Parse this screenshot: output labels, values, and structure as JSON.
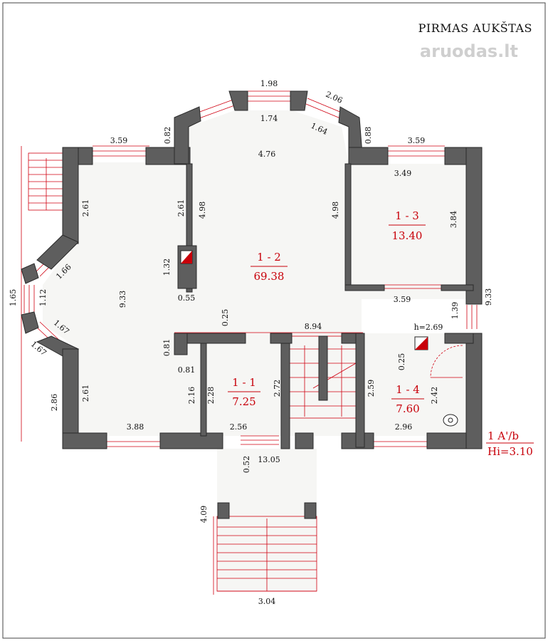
{
  "header": {
    "title": "PIRMAS AUKŠTAS",
    "watermark": "aruodas.lt"
  },
  "rooms": [
    {
      "id": "1 - 2",
      "area": "69.38"
    },
    {
      "id": "1 - 3",
      "area": "13.40"
    },
    {
      "id": "1 - 1",
      "area": "7.25"
    },
    {
      "id": "1 - 4",
      "area": "7.60"
    }
  ],
  "stamp": {
    "line1": "1 A'/b",
    "line2": "Hi=3.10"
  },
  "dims": {
    "d_198": "1.98",
    "d_206": "2.06",
    "d_174": "1.74",
    "d_164": "1.64",
    "d_082": "0.82",
    "d_088": "0.88",
    "d_359a": "3.59",
    "d_359b": "3.59",
    "d_476": "4.76",
    "d_349": "3.49",
    "d_261a": "2.61",
    "d_261b": "2.61",
    "d_498a": "4.98",
    "d_498b": "4.98",
    "d_384": "3.84",
    "d_132": "1.32",
    "d_055": "0.55",
    "d_166": "1.66",
    "d_165": "1.65",
    "d_112": "1.12",
    "d_933a": "9.33",
    "d_167a": "1.67",
    "d_167b": "1.67",
    "d_359c": "3.59",
    "d_933b": "9.33",
    "d_139": "1.39",
    "d_025a": "0.25",
    "d_894": "8.94",
    "d_h269": "h=2.69",
    "d_081a": "0.81",
    "d_081b": "0.81",
    "d_025b": "0.25",
    "d_286": "2.86",
    "d_261c": "2.61",
    "d_216": "2.16",
    "d_228": "2.28",
    "d_272": "2.72",
    "d_259": "2.59",
    "d_242": "2.42",
    "d_388": "3.88",
    "d_256": "2.56",
    "d_296": "2.96",
    "d_052": "0.52",
    "d_1305": "13.05",
    "d_409": "4.09",
    "d_304": "3.04"
  },
  "colors": {
    "wall": "#5e5e5e",
    "accent": "#c8000a"
  }
}
